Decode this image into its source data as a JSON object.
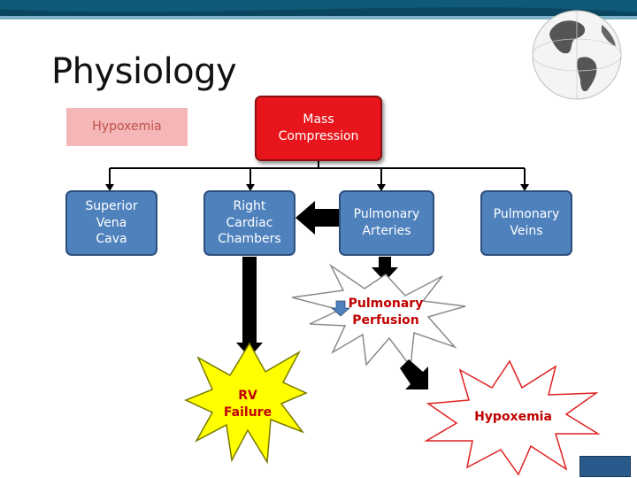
{
  "slide": {
    "title": "Physiology"
  },
  "nodes": {
    "hypoxemia_label": "Hypoxemia",
    "mass_compression": "Mass\nCompression",
    "superior_vena_cava": "Superior\nVena\nCava",
    "right_cardiac_chambers": "Right\nCardiac\nChambers",
    "pulmonary_arteries": "Pulmonary\nArteries",
    "pulmonary_veins": "Pulmonary\nVeins",
    "pulmonary_perfusion": "Pulmonary\nPerfusion",
    "rv_failure": "RV\nFailure",
    "hypoxemia_result": "Hypoxemia"
  },
  "colors": {
    "box_blue": "#4f81bd",
    "mass_red": "#e8161c",
    "pink_box": "#f4b6b6",
    "star_yellow": "#ffff00",
    "text_red": "#c00000",
    "topbar_teal": "#0f5a78"
  },
  "icons": {
    "globe": "globe-icon",
    "logo": "society-logo"
  }
}
